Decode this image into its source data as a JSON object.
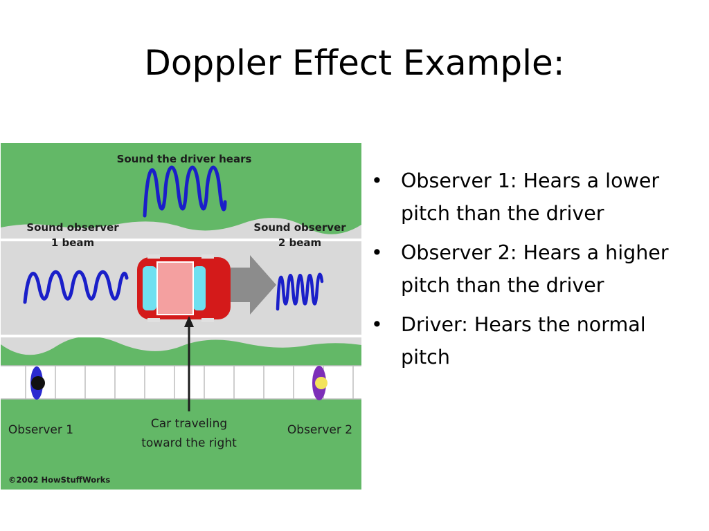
{
  "slide": {
    "title": "Doppler Effect Example:"
  },
  "diagram": {
    "label_driver_hears": "Sound the driver hears",
    "label_obs1_beam_1": "Sound observer",
    "label_obs1_beam_2": "1 beam",
    "label_obs2_beam_1": "Sound observer",
    "label_obs2_beam_2": "2 beam",
    "label_observer1": "Observer 1",
    "label_observer2": "Observer 2",
    "label_car_1": "Car traveling",
    "label_car_2": "toward the right",
    "copyright": "©2002 HowStuffWorks",
    "colors": {
      "grass": "#63b867",
      "road": "#d9d9d9",
      "wave": "#1a1fc9",
      "car": "#d41a1a",
      "arrow": "#8c8c8c"
    }
  },
  "bullets": [
    {
      "text": "Observer 1: Hears a lower pitch than the driver"
    },
    {
      "text": "Observer 2: Hears a higher pitch than the driver"
    },
    {
      "text": "Driver: Hears the normal pitch"
    }
  ]
}
